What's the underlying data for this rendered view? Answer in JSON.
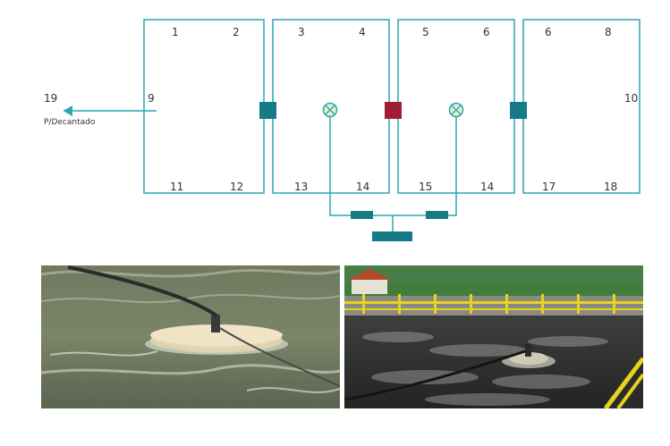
{
  "diagram": {
    "colors": {
      "line": "#2aa6b4",
      "teal_block": "#157b86",
      "red_block": "#a11e32",
      "aerator": "#2aa6b4",
      "aerator_fill": "#e6f0c8",
      "label": "#333333"
    },
    "outlet": {
      "number": "19",
      "text": "P/Decantado"
    },
    "tanks": [
      {
        "top_left": "1",
        "top_right": "2",
        "side": "9",
        "bottom_left": "11",
        "bottom_right": "12"
      },
      {
        "top_left": "3",
        "top_right": "4",
        "bottom_left": "13",
        "bottom_right": "14"
      },
      {
        "top_left": "5",
        "top_right": "6",
        "bottom_left": "15",
        "bottom_right": "14"
      },
      {
        "top_left": "6",
        "top_right": "8",
        "side": "10",
        "bottom_left": "17",
        "bottom_right": "18"
      }
    ]
  },
  "photos": [
    {
      "name": "aerator-closeup-photo"
    },
    {
      "name": "aeration-tank-photo"
    }
  ]
}
